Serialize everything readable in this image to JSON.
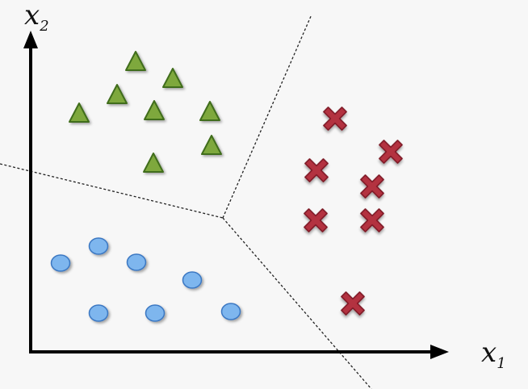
{
  "axes": {
    "x_label": "x",
    "x_sub": "1",
    "y_label": "x",
    "y_sub": "2"
  },
  "colors": {
    "triangle_fill": "#7ea83c",
    "triangle_stroke": "#3f6d1a",
    "circle_fill": "#7eb6ee",
    "circle_stroke": "#3a77c2",
    "cross_fill": "#b3303f",
    "cross_stroke": "#7a1524",
    "axis": "#000000",
    "boundary": "#222222"
  }
}
